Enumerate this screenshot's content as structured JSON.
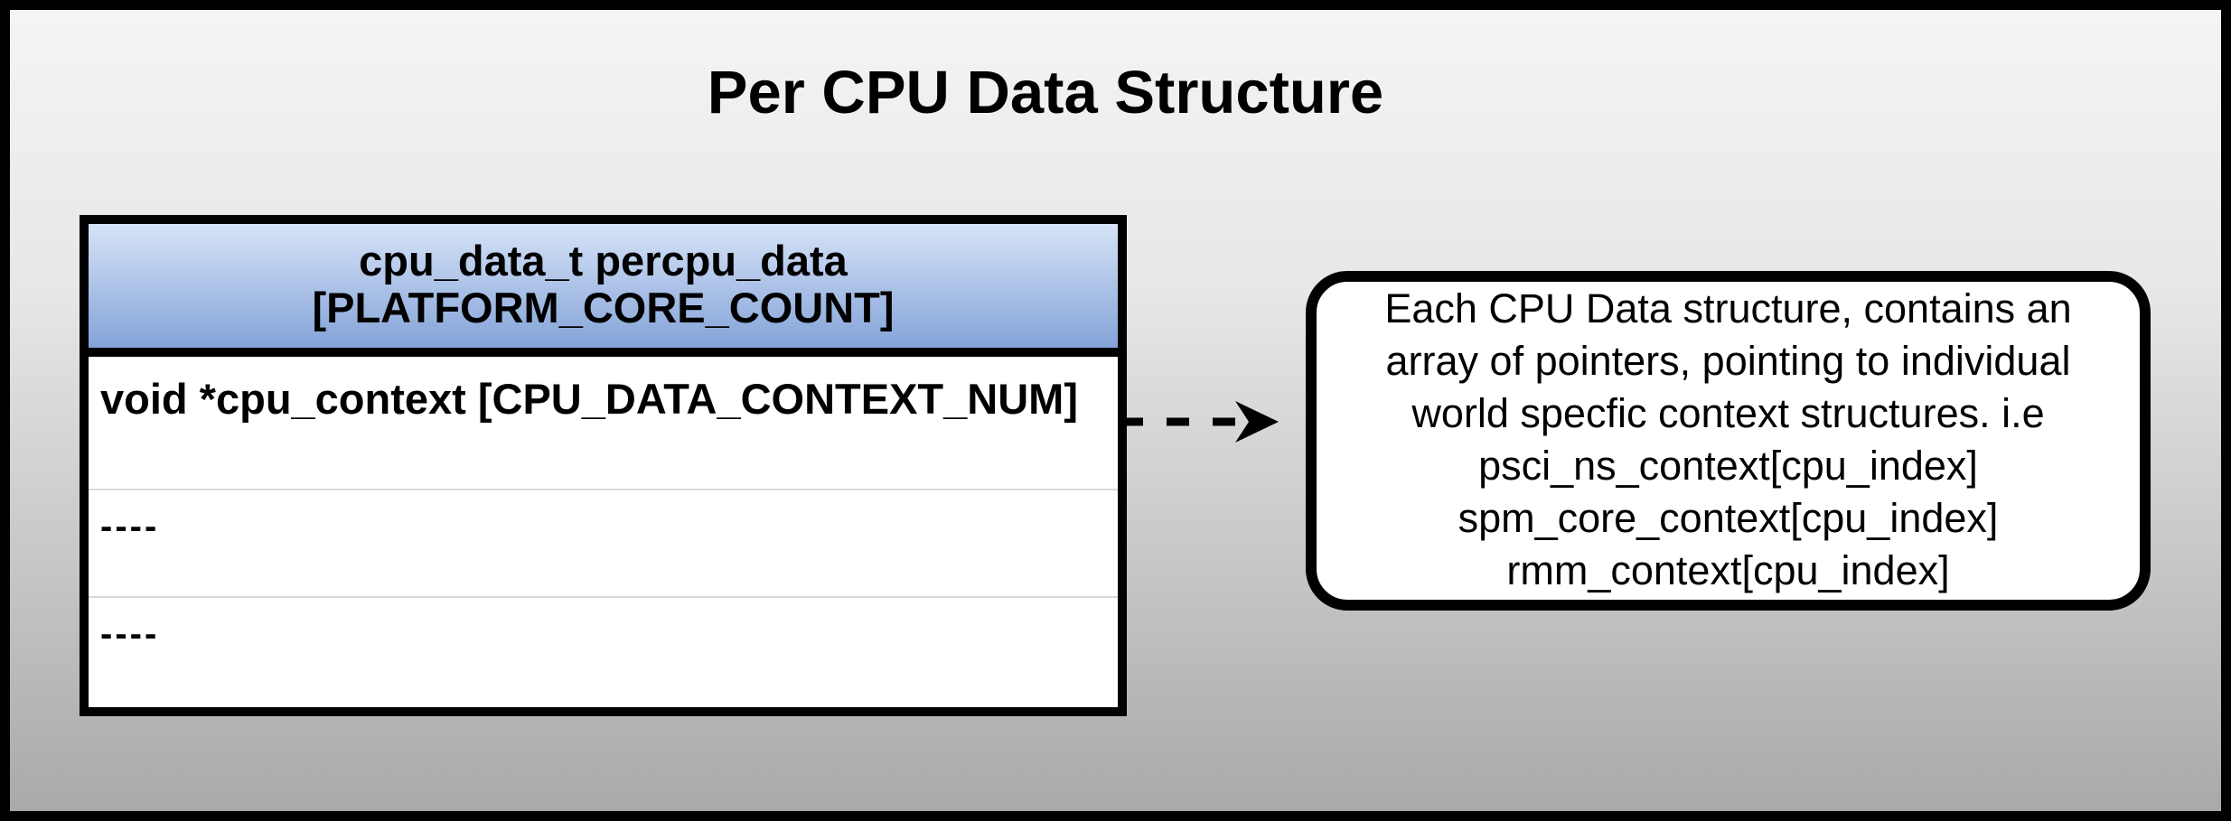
{
  "title": "Per CPU Data Structure",
  "table": {
    "header": {
      "line1": "cpu_data_t percpu_data",
      "line2": "[PLATFORM_CORE_COUNT]"
    },
    "rows": [
      {
        "text": "void *cpu_context [CPU_DATA_CONTEXT_NUM]"
      },
      {
        "text": "----"
      },
      {
        "text": "----"
      }
    ]
  },
  "note": {
    "lines": [
      "Each CPU Data structure, contains an",
      "array of pointers, pointing to individual",
      "world specfic context structures. i.e",
      "psci_ns_context[cpu_index]",
      "spm_core_context[cpu_index]",
      "rmm_context[cpu_index]"
    ]
  },
  "icons": {
    "arrow": "dashed-right-arrow"
  },
  "colors": {
    "canvas_bg_top": "#f4f4f4",
    "canvas_bg_bottom": "#a9a9a9",
    "outer_border": "#000000",
    "header_gradient_top": "#d6e3f7",
    "header_gradient_bottom": "#84a3d8",
    "table_border": "#000000",
    "row_divider": "#d9d9d9",
    "box_bg": "#ffffff",
    "text_color": "#000000"
  }
}
